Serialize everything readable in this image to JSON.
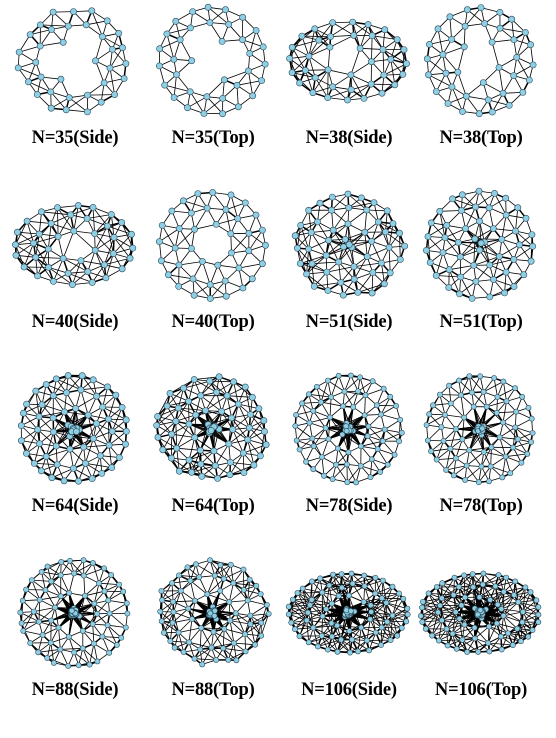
{
  "figure": {
    "node_color": "#8fcfe6",
    "edge_color": "#000000",
    "panels": [
      {
        "label": "N=35(Side)",
        "n": 35,
        "view": "side",
        "shape": "rough"
      },
      {
        "label": "N=35(Top)",
        "n": 35,
        "view": "top",
        "shape": "round"
      },
      {
        "label": "N=38(Side)",
        "n": 38,
        "view": "side",
        "shape": "wide"
      },
      {
        "label": "N=38(Top)",
        "n": 38,
        "view": "top",
        "shape": "round"
      },
      {
        "label": "N=40(Side)",
        "n": 40,
        "view": "side",
        "shape": "wide"
      },
      {
        "label": "N=40(Top)",
        "n": 40,
        "view": "top",
        "shape": "round"
      },
      {
        "label": "N=51(Side)",
        "n": 51,
        "view": "side",
        "shape": "rough"
      },
      {
        "label": "N=51(Top)",
        "n": 51,
        "view": "top",
        "shape": "round"
      },
      {
        "label": "N=64(Side)",
        "n": 64,
        "view": "side",
        "shape": "round"
      },
      {
        "label": "N=64(Top)",
        "n": 64,
        "view": "top",
        "shape": "rough"
      },
      {
        "label": "N=78(Side)",
        "n": 78,
        "view": "side",
        "shape": "round"
      },
      {
        "label": "N=78(Top)",
        "n": 78,
        "view": "top",
        "shape": "round"
      },
      {
        "label": "N=88(Side)",
        "n": 88,
        "view": "side",
        "shape": "round"
      },
      {
        "label": "N=88(Top)",
        "n": 88,
        "view": "top",
        "shape": "rough"
      },
      {
        "label": "N=106(Side)",
        "n": 106,
        "view": "side",
        "shape": "wide"
      },
      {
        "label": "N=106(Top)",
        "n": 106,
        "view": "top",
        "shape": "wide"
      }
    ]
  }
}
